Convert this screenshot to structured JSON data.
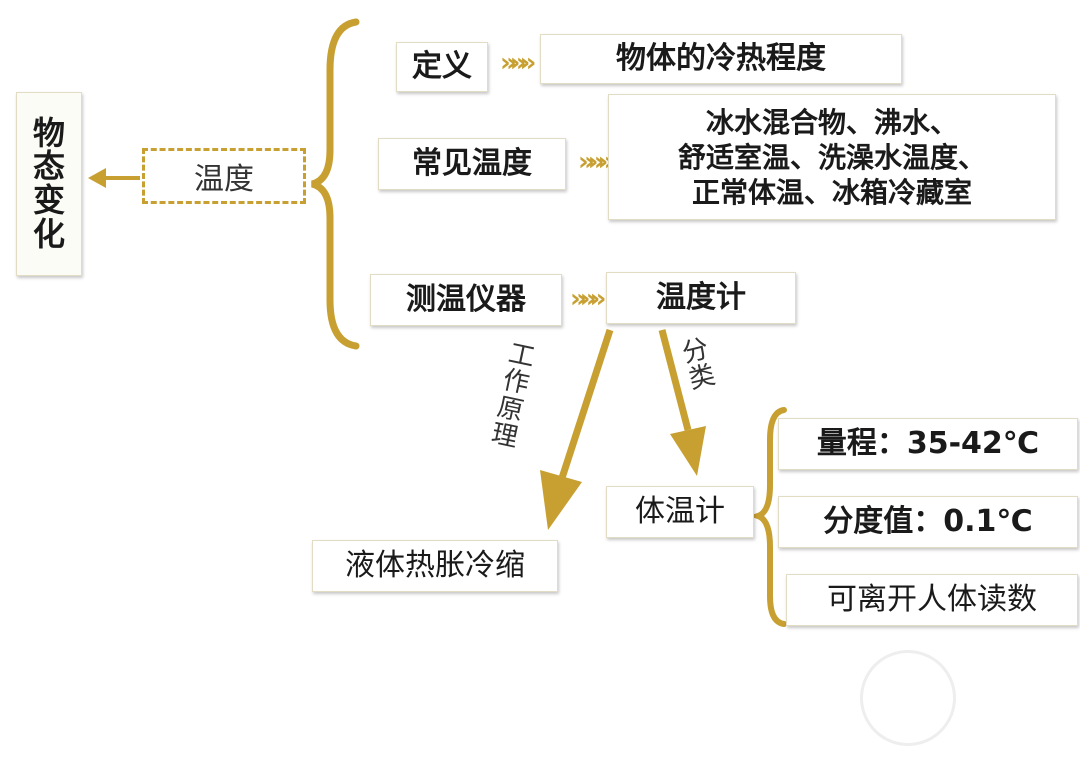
{
  "nodes": {
    "root": [
      "物",
      "态",
      "变",
      "化"
    ],
    "temperature": "温度",
    "definition_label": "定义",
    "definition_value": "物体的冷热程度",
    "common_label": "常见温度",
    "common_values": [
      "冰水混合物、沸水、",
      "舒适室温、洗澡水温度、",
      "正常体温、冰箱冷藏室"
    ],
    "instrument_label": "测温仪器",
    "thermometer": "温度计",
    "principle_label": [
      "工",
      "作",
      "原",
      "理"
    ],
    "classify_label": [
      "分",
      "类"
    ],
    "principle_value": "液体热胀冷缩",
    "clinical_thermometer": "体温计",
    "range": "量程：35-42℃",
    "division": "分度值：0.1℃",
    "reading": "可离开人体读数"
  },
  "chevron": "»»»",
  "colors": {
    "accent": "#c8a032",
    "border": "#e3dcc4"
  }
}
